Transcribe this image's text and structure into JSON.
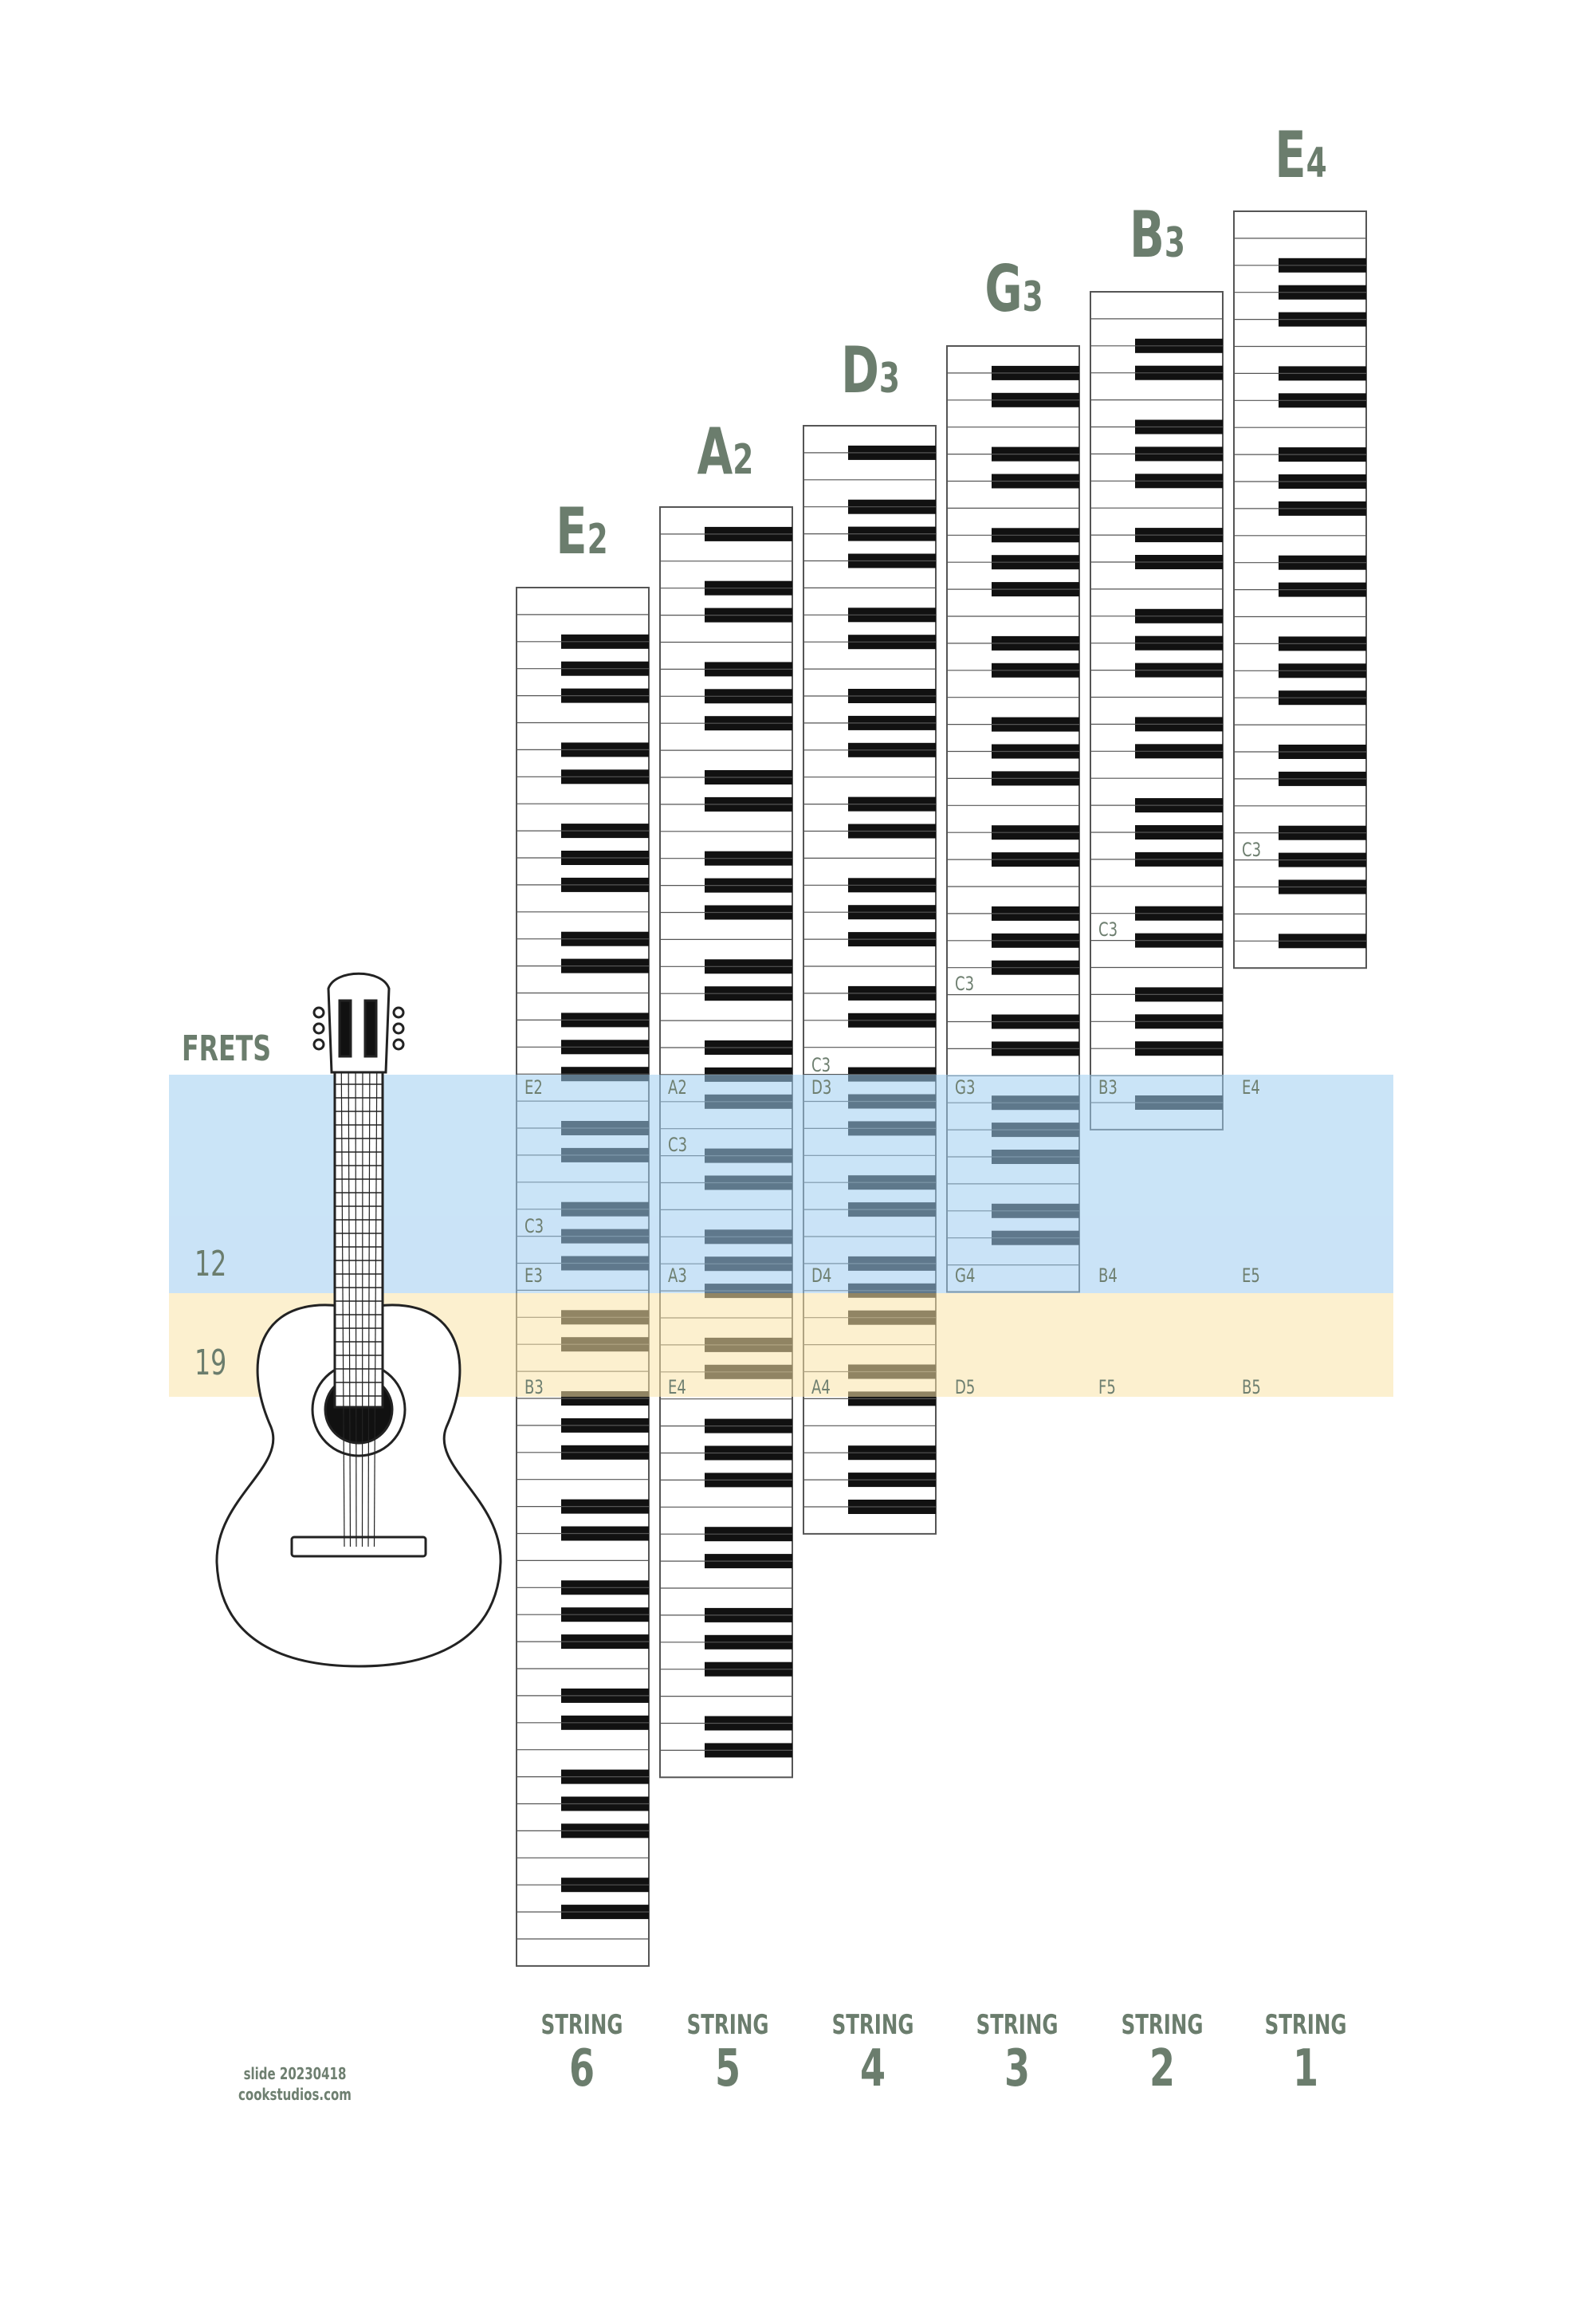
{
  "frets_label": "FRETS",
  "fret_numbers": [
    "12",
    "19"
  ],
  "colors": {
    "text": "#6b7d6d",
    "band_low": "#cfe6f8",
    "band_high": "#fdf0cf",
    "black_key": "#111111",
    "key_border": "#555555"
  },
  "strings": [
    {
      "tuning_name": "E",
      "tuning_octave": "2",
      "string_word": "STRING",
      "string_number": "6",
      "markers": [
        {
          "text": "C3",
          "band": "low"
        },
        {
          "text": "E2",
          "band": "low"
        },
        {
          "text": "E3",
          "band": "low"
        },
        {
          "text": "B3",
          "band": "high"
        }
      ]
    },
    {
      "tuning_name": "A",
      "tuning_octave": "2",
      "string_word": "STRING",
      "string_number": "5",
      "markers": [
        {
          "text": "A2",
          "band": "low"
        },
        {
          "text": "C3",
          "band": "low"
        },
        {
          "text": "A3",
          "band": "low"
        },
        {
          "text": "E4",
          "band": "high"
        }
      ]
    },
    {
      "tuning_name": "D",
      "tuning_octave": "3",
      "string_word": "STRING",
      "string_number": "4",
      "markers": [
        {
          "text": "C3",
          "band": "above"
        },
        {
          "text": "D3",
          "band": "low"
        },
        {
          "text": "D4",
          "band": "low"
        },
        {
          "text": "A4",
          "band": "high"
        }
      ]
    },
    {
      "tuning_name": "G",
      "tuning_octave": "3",
      "string_word": "STRING",
      "string_number": "3",
      "markers": [
        {
          "text": "C3",
          "band": "above"
        },
        {
          "text": "G3",
          "band": "low"
        },
        {
          "text": "G4",
          "band": "low"
        },
        {
          "text": "D5",
          "band": "high"
        }
      ]
    },
    {
      "tuning_name": "B",
      "tuning_octave": "3",
      "string_word": "STRING",
      "string_number": "2",
      "markers": [
        {
          "text": "C3",
          "band": "above"
        },
        {
          "text": "B3",
          "band": "low"
        },
        {
          "text": "B4",
          "band": "low"
        },
        {
          "text": "F5",
          "band": "high"
        }
      ]
    },
    {
      "tuning_name": "E",
      "tuning_octave": "4",
      "string_word": "STRING",
      "string_number": "1",
      "markers": [
        {
          "text": "C3",
          "band": "above"
        },
        {
          "text": "E4",
          "band": "low"
        },
        {
          "text": "E5",
          "band": "low"
        },
        {
          "text": "B5",
          "band": "high"
        }
      ]
    }
  ],
  "credit": {
    "line1": "slide 20230418",
    "line2": "cookstudios.com"
  }
}
